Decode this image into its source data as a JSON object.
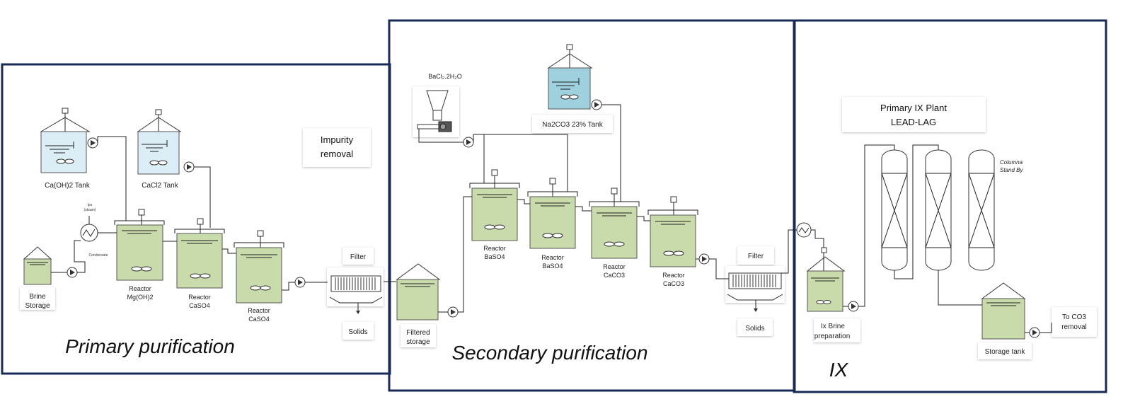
{
  "sections": {
    "primary": "Primary purification",
    "secondary": "Secondary purification",
    "ix": "IX"
  },
  "primary": {
    "caoh2_tank": "Ca(OH)2 Tank",
    "cacl2_tank": "CaCl2 Tank",
    "impurity_1": "Impurity",
    "impurity_2": "removal",
    "steam_1": "lps",
    "steam_2": "(steam)",
    "condensate": "Condensate",
    "brine_1": "Brine",
    "brine_2": "Storage",
    "reactor_mg_1": "Reactor",
    "reactor_mg_2": "Mg(OH)2",
    "reactor_caso4a_1": "Reactor",
    "reactor_caso4a_2": "CaSO4",
    "reactor_caso4b_1": "Reactor",
    "reactor_caso4b_2": "CaSO4",
    "filter": "Filter",
    "solids": "Solids"
  },
  "secondary": {
    "bacl2": "BaCl₂.2H₂O",
    "na2co3_tank": "Na2CO3 23% Tank",
    "filtered_1": "Filtered",
    "filtered_2": "storage",
    "reactor_baso4a_1": "Reactor",
    "reactor_baso4a_2": "BaSO4",
    "reactor_baso4b_1": "Reactor",
    "reactor_baso4b_2": "BaSO4",
    "reactor_caco3a_1": "Reactor",
    "reactor_caco3a_2": "CaCO3",
    "reactor_caco3b_1": "Reactor",
    "reactor_caco3b_2": "CaCO3",
    "filter": "Filter",
    "solids": "Solids"
  },
  "ix": {
    "plant_1": "Primary IX Plant",
    "plant_2": "LEAD-LAG",
    "standby_1": "Columna",
    "standby_2": "Stand By",
    "brine_prep_1": "Ix Brine",
    "brine_prep_2": "preparation",
    "storage_tank": "Storage tank",
    "to_co3_1": "To CO3",
    "to_co3_2": "removal"
  },
  "colors": {
    "frame": "#1a2a57",
    "green_liquid": "#c9dbaa",
    "light_blue": "#dbeef6",
    "teal": "#9fd0de"
  }
}
